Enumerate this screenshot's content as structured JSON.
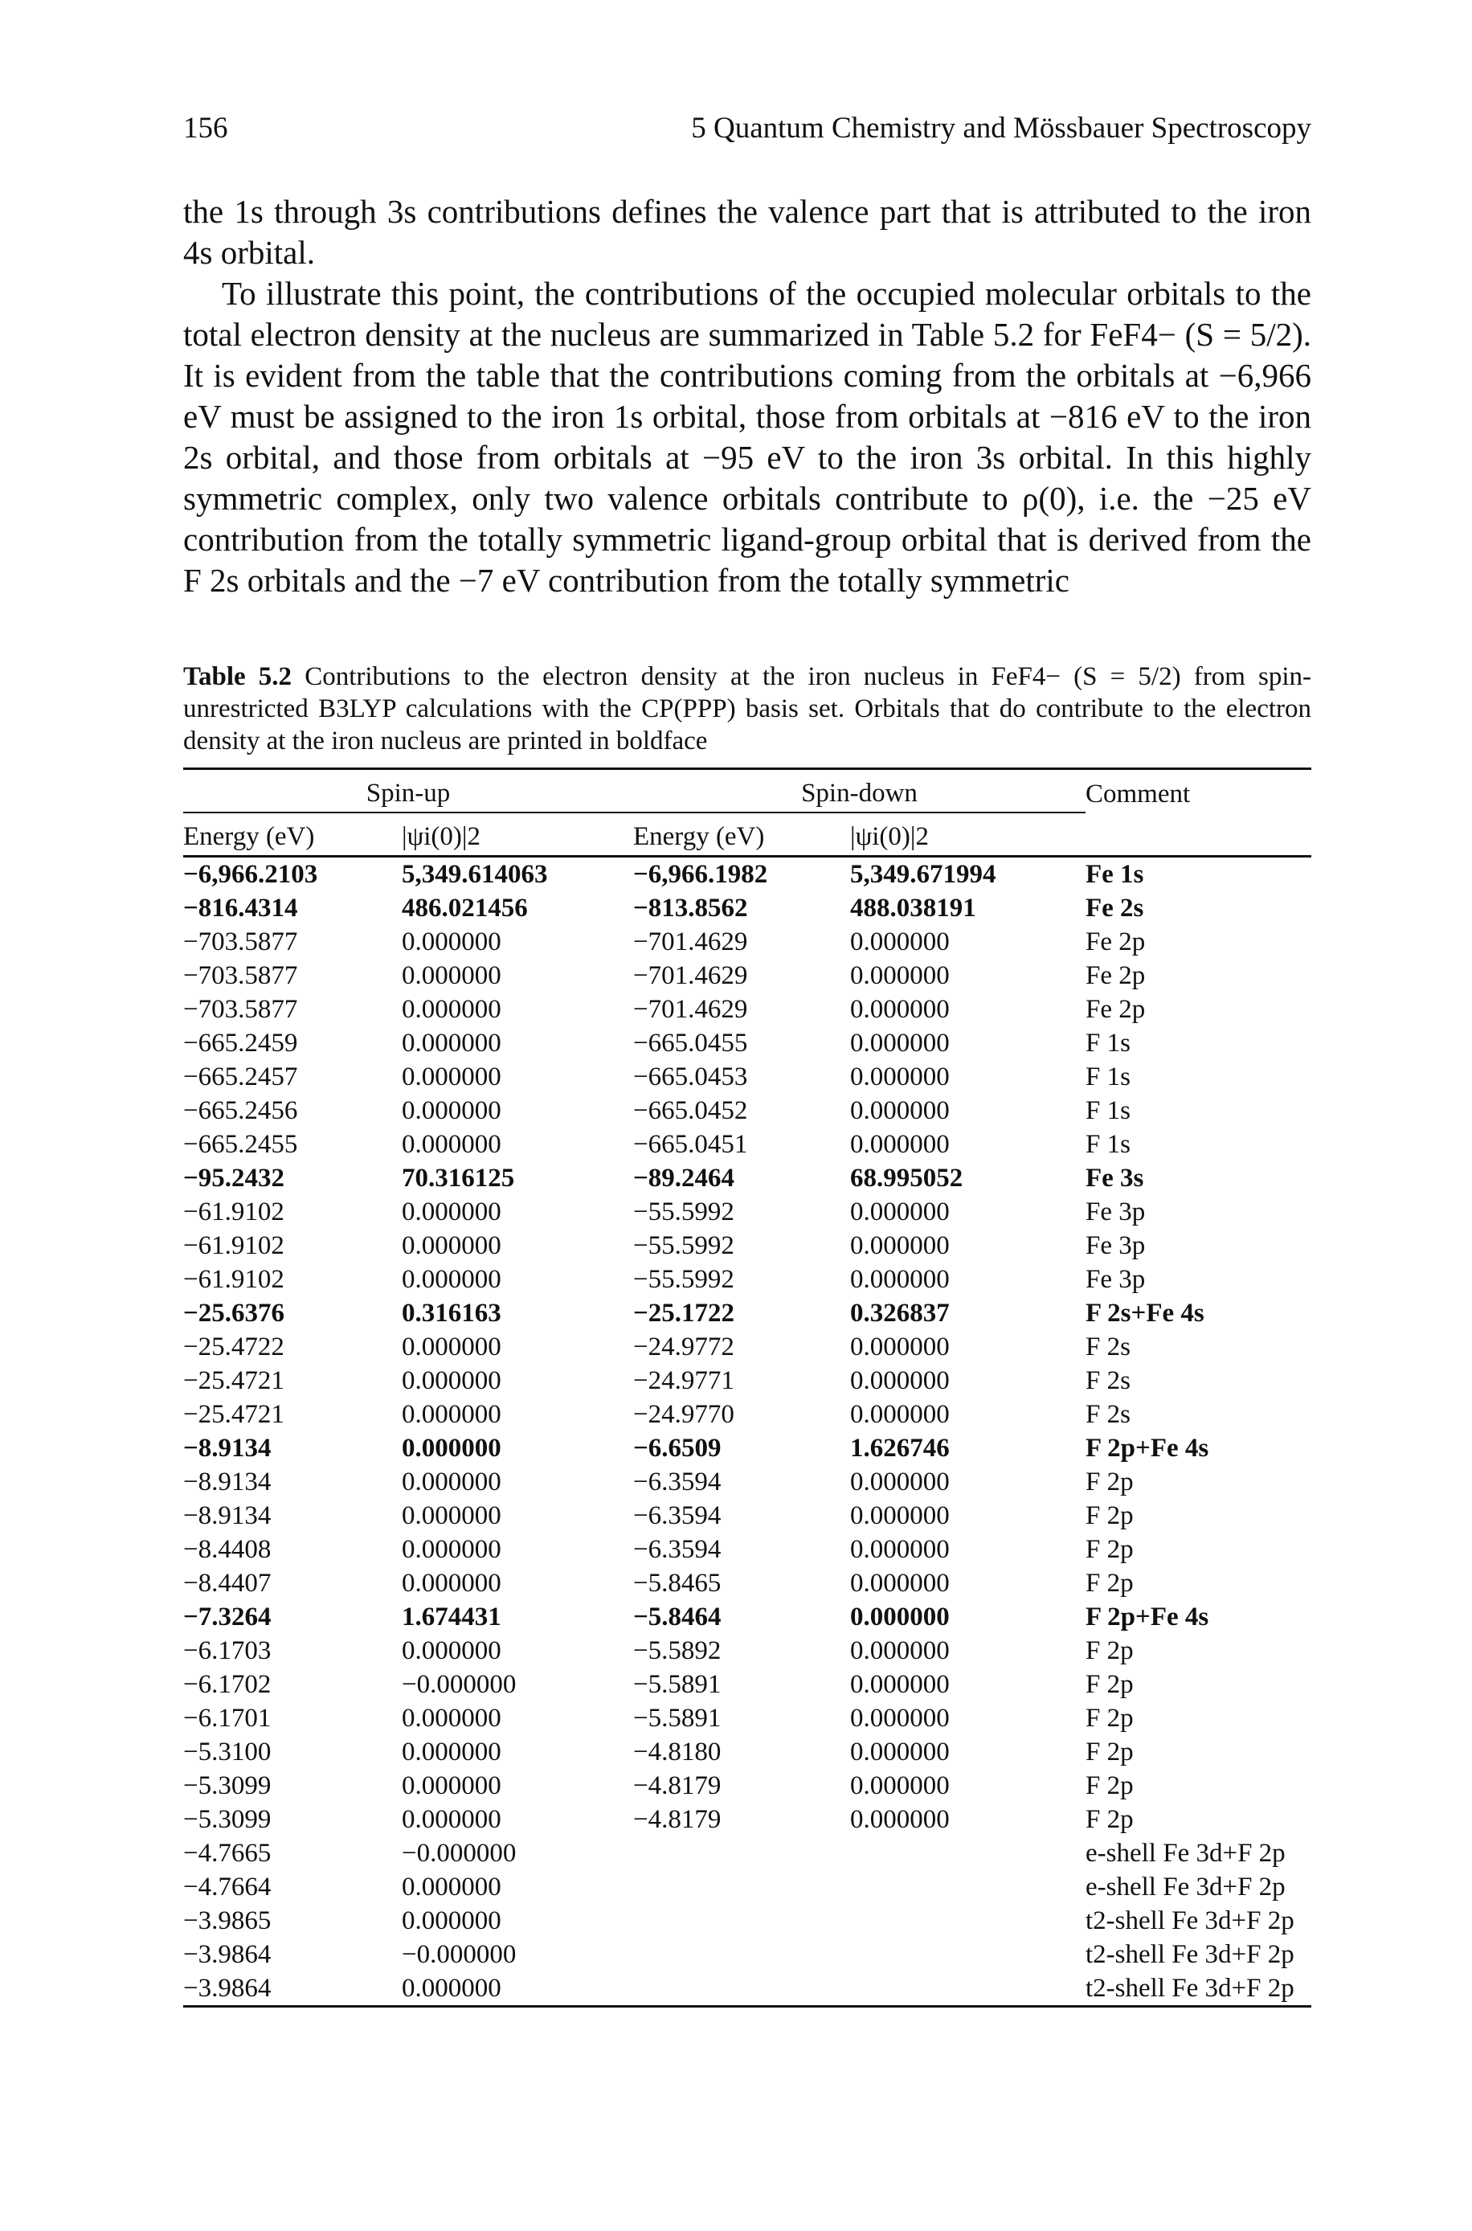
{
  "header": {
    "page_number": "156",
    "running_title": "5 Quantum Chemistry and Mössbauer Spectroscopy"
  },
  "body": {
    "paragraph_1": "the 1s through 3s contributions defines the valence part that is attributed to the iron 4s orbital.",
    "paragraph_2": "To illustrate this point, the contributions of the occupied molecular orbitals to the total electron density at the nucleus are summarized in Table 5.2 for FeF4− (S = 5/2). It is evident from the table that the contributions coming from the orbitals at −6,966 eV must be assigned to the iron 1s orbital, those from orbitals at −816 eV to the iron 2s orbital, and those from orbitals at −95 eV to the iron 3s orbital. In this highly symmetric complex, only two valence orbitals contribute to ρ(0), i.e. the −25 eV contribution from the totally symmetric ligand-group orbital that is derived from the F 2s orbitals and the −7 eV contribution from the totally symmetric"
  },
  "table": {
    "caption_label": "Table 5.2",
    "caption_text": "Contributions to the electron density at the iron nucleus in FeF4− (S = 5/2) from spin-unrestricted B3LYP calculations with the CP(PPP) basis set. Orbitals that do contribute to the electron density at the iron nucleus are printed in boldface",
    "group_headers": [
      "Spin-up",
      "Spin-down",
      "Comment"
    ],
    "sub_headers": [
      "Energy (eV)",
      "|ψi(0)|2",
      "Energy (eV)",
      "|ψi(0)|2"
    ],
    "rows": [
      {
        "bold": true,
        "cells": [
          "−6,966.2103",
          "5,349.614063",
          "−6,966.1982",
          "5,349.671994",
          "Fe 1s"
        ]
      },
      {
        "bold": true,
        "cells": [
          "−816.4314",
          "486.021456",
          "−813.8562",
          "488.038191",
          "Fe 2s"
        ]
      },
      {
        "bold": false,
        "cells": [
          "−703.5877",
          "0.000000",
          "−701.4629",
          "0.000000",
          "Fe 2p"
        ]
      },
      {
        "bold": false,
        "cells": [
          "−703.5877",
          "0.000000",
          "−701.4629",
          "0.000000",
          "Fe 2p"
        ]
      },
      {
        "bold": false,
        "cells": [
          "−703.5877",
          "0.000000",
          "−701.4629",
          "0.000000",
          "Fe 2p"
        ]
      },
      {
        "bold": false,
        "cells": [
          "−665.2459",
          "0.000000",
          "−665.0455",
          "0.000000",
          "F 1s"
        ]
      },
      {
        "bold": false,
        "cells": [
          "−665.2457",
          "0.000000",
          "−665.0453",
          "0.000000",
          "F 1s"
        ]
      },
      {
        "bold": false,
        "cells": [
          "−665.2456",
          "0.000000",
          "−665.0452",
          "0.000000",
          "F 1s"
        ]
      },
      {
        "bold": false,
        "cells": [
          "−665.2455",
          "0.000000",
          "−665.0451",
          "0.000000",
          "F 1s"
        ]
      },
      {
        "bold": true,
        "cells": [
          "−95.2432",
          "70.316125",
          "−89.2464",
          "68.995052",
          "Fe 3s"
        ]
      },
      {
        "bold": false,
        "cells": [
          "−61.9102",
          "0.000000",
          "−55.5992",
          "0.000000",
          "Fe 3p"
        ]
      },
      {
        "bold": false,
        "cells": [
          "−61.9102",
          "0.000000",
          "−55.5992",
          "0.000000",
          "Fe 3p"
        ]
      },
      {
        "bold": false,
        "cells": [
          "−61.9102",
          "0.000000",
          "−55.5992",
          "0.000000",
          "Fe 3p"
        ]
      },
      {
        "bold": true,
        "cells": [
          "−25.6376",
          "0.316163",
          "−25.1722",
          "0.326837",
          "F 2s+Fe 4s"
        ]
      },
      {
        "bold": false,
        "cells": [
          "−25.4722",
          "0.000000",
          "−24.9772",
          "0.000000",
          "F 2s"
        ]
      },
      {
        "bold": false,
        "cells": [
          "−25.4721",
          "0.000000",
          "−24.9771",
          "0.000000",
          "F 2s"
        ]
      },
      {
        "bold": false,
        "cells": [
          "−25.4721",
          "0.000000",
          "−24.9770",
          "0.000000",
          "F 2s"
        ]
      },
      {
        "bold": true,
        "cells": [
          "−8.9134",
          "0.000000",
          "−6.6509",
          "1.626746",
          "F 2p+Fe 4s"
        ]
      },
      {
        "bold": false,
        "cells": [
          "−8.9134",
          "0.000000",
          "−6.3594",
          "0.000000",
          "F 2p"
        ]
      },
      {
        "bold": false,
        "cells": [
          "−8.9134",
          "0.000000",
          "−6.3594",
          "0.000000",
          "F 2p"
        ]
      },
      {
        "bold": false,
        "cells": [
          "−8.4408",
          "0.000000",
          "−6.3594",
          "0.000000",
          "F 2p"
        ]
      },
      {
        "bold": false,
        "cells": [
          "−8.4407",
          "0.000000",
          "−5.8465",
          "0.000000",
          "F 2p"
        ]
      },
      {
        "bold": true,
        "cells": [
          "−7.3264",
          "1.674431",
          "−5.8464",
          "0.000000",
          "F 2p+Fe 4s"
        ]
      },
      {
        "bold": false,
        "cells": [
          "−6.1703",
          "0.000000",
          "−5.5892",
          "0.000000",
          "F 2p"
        ]
      },
      {
        "bold": false,
        "cells": [
          "−6.1702",
          "−0.000000",
          "−5.5891",
          "0.000000",
          "F 2p"
        ]
      },
      {
        "bold": false,
        "cells": [
          "−6.1701",
          "0.000000",
          "−5.5891",
          "0.000000",
          "F 2p"
        ]
      },
      {
        "bold": false,
        "cells": [
          "−5.3100",
          "0.000000",
          "−4.8180",
          "0.000000",
          "F 2p"
        ]
      },
      {
        "bold": false,
        "cells": [
          "−5.3099",
          "0.000000",
          "−4.8179",
          "0.000000",
          "F 2p"
        ]
      },
      {
        "bold": false,
        "cells": [
          "−5.3099",
          "0.000000",
          "−4.8179",
          "0.000000",
          "F 2p"
        ]
      },
      {
        "bold": false,
        "cells": [
          "−4.7665",
          "−0.000000",
          "",
          "",
          "e-shell Fe 3d+F 2p"
        ]
      },
      {
        "bold": false,
        "cells": [
          "−4.7664",
          "0.000000",
          "",
          "",
          "e-shell Fe 3d+F 2p"
        ]
      },
      {
        "bold": false,
        "cells": [
          "−3.9865",
          "0.000000",
          "",
          "",
          "t2-shell Fe 3d+F 2p"
        ]
      },
      {
        "bold": false,
        "cells": [
          "−3.9864",
          "−0.000000",
          "",
          "",
          "t2-shell Fe 3d+F 2p"
        ]
      },
      {
        "bold": false,
        "cells": [
          "−3.9864",
          "0.000000",
          "",
          "",
          "t2-shell Fe 3d+F 2p"
        ]
      }
    ]
  }
}
